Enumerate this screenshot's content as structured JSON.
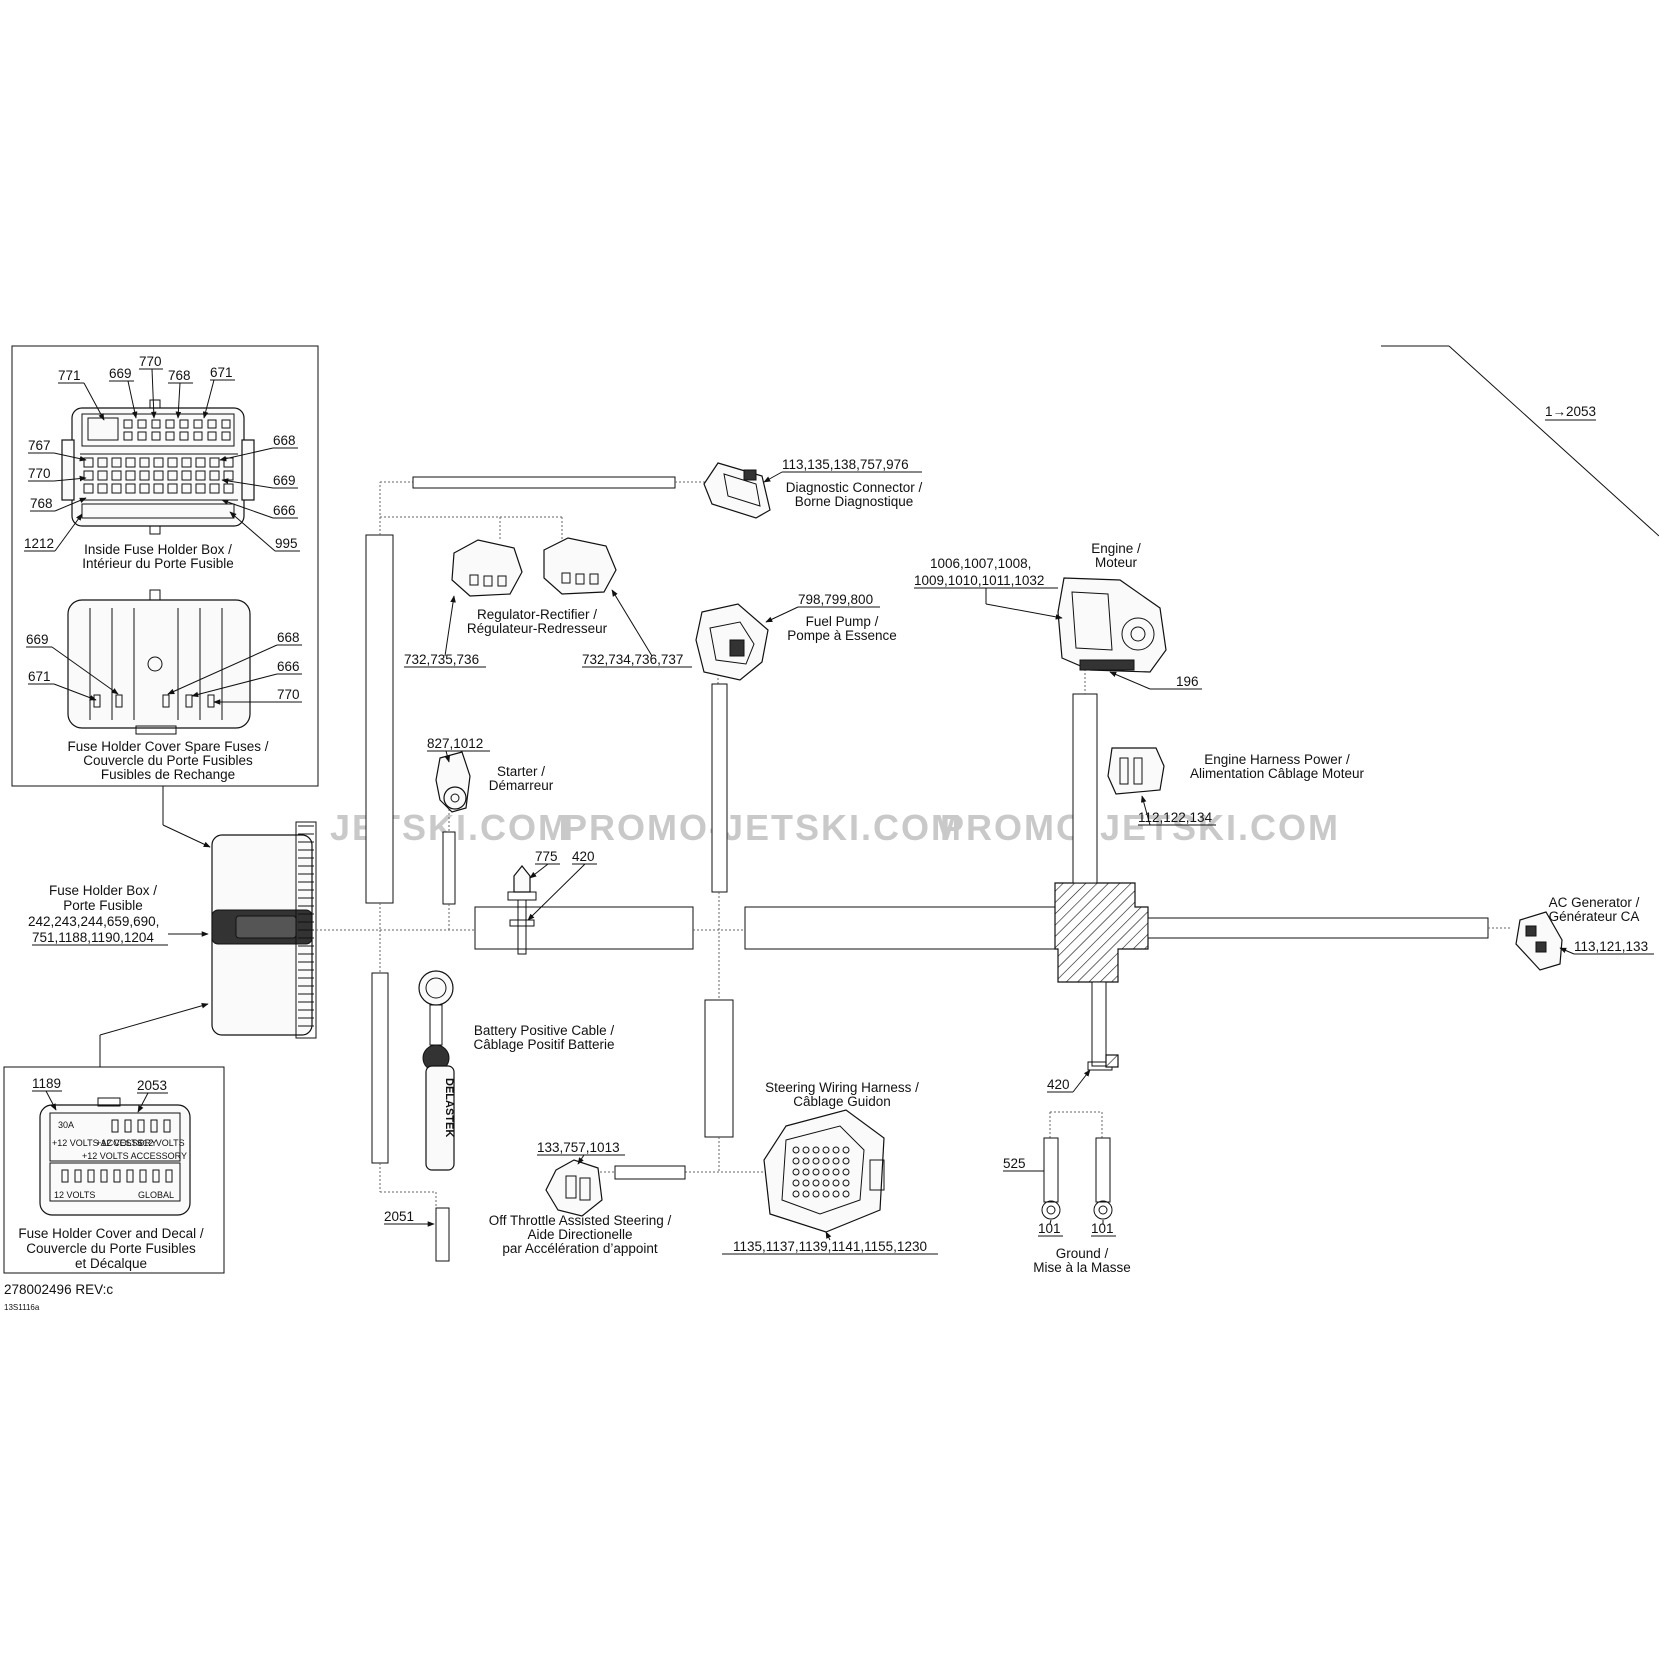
{
  "watermarks": [
    "JETSKI.COM",
    "PROMO-JETSKI.COM",
    "PROMO-JETSKI.COM"
  ],
  "doc_code": "278002496 REV:c",
  "image_code": "13S1116a",
  "inset_inside_fuse_box": {
    "refs": {
      "r771": "771",
      "r669a": "669",
      "r770a": "770",
      "r768a": "768",
      "r671a": "671",
      "r767": "767",
      "r668a": "668",
      "r770b": "770",
      "r669b": "669",
      "r768b": "768",
      "r666a": "666",
      "r1212": "1212",
      "r995": "995"
    },
    "caption": [
      "Inside Fuse Holder Box /",
      "Intérieur du Porte Fusible"
    ]
  },
  "inset_spare_fuses": {
    "refs": {
      "r669": "669",
      "r668": "668",
      "r671": "671",
      "r666": "666",
      "r770": "770"
    },
    "caption": [
      "Fuse Holder Cover Spare Fuses /",
      "Couvercle du Porte Fusibles",
      "Fusibles de Rechange"
    ]
  },
  "inset_cover_decal": {
    "refs": {
      "r1189": "1189",
      "r2053": "2053"
    },
    "decal_texts": [
      "30A",
      "+12 VOLTS ACCESSORY",
      "+12 VOLTS",
      "+12 VOLTS",
      "+12 VOLTS ACCESSORY",
      "GLOBAL",
      "12 VOLTS"
    ],
    "caption": [
      "Fuse Holder Cover and Decal /",
      "Couvercle du Porte Fusibles",
      "et Décalque"
    ]
  },
  "fuse_holder_box": {
    "caption": [
      "Fuse Holder Box /",
      "Porte Fusible"
    ],
    "refs": [
      "242,243,244,659,690,",
      "751,1188,1190,1204"
    ]
  },
  "diagnostic": {
    "refs": "113,135,138,757,976",
    "caption": [
      "Diagnostic Connector /",
      "Borne Diagnostique"
    ]
  },
  "regulator": {
    "caption": [
      "Regulator-Rectifier /",
      "Régulateur-Redresseur"
    ],
    "refs_left": "732,735,736",
    "refs_right": "732,734,736,737"
  },
  "fuel_pump": {
    "refs": "798,799,800",
    "caption": [
      "Fuel Pump /",
      "Pompe à Essence"
    ]
  },
  "engine": {
    "caption": [
      "Engine /",
      "Moteur"
    ],
    "refs": [
      "1006,1007,1008,",
      "1009,1010,1011,1032"
    ],
    "ref_196": "196"
  },
  "starter": {
    "refs": "827,1012",
    "caption": [
      "Starter /",
      "Démarreur"
    ]
  },
  "engine_harness_power": {
    "caption": [
      "Engine Harness Power /",
      "Alimentation Câblage Moteur"
    ],
    "refs": "112,122,134"
  },
  "ref_775": "775",
  "ref_420_top": "420",
  "ac_generator": {
    "caption": [
      "AC Generator /",
      "Générateur  CA"
    ],
    "refs": "113,121,133"
  },
  "harness_ref": "1→2053",
  "battery_cable": {
    "caption": [
      "Battery Positive Cable /",
      "Câblage Positif Batterie"
    ],
    "label": "DELASTEK",
    "ref": "2051"
  },
  "steering_harness": {
    "caption": [
      "Steering Wiring Harness /",
      "Câblage Guidon"
    ],
    "refs": "1135,1137,1139,1141,1155,1230"
  },
  "otas": {
    "refs": "133,757,1013",
    "caption": [
      "Off Throttle Assisted Steering /",
      "Aide Directionelle",
      "par Accélération d’appoint"
    ]
  },
  "ground": {
    "ref_420": "420",
    "ref_525": "525",
    "ref_101a": "101",
    "ref_101b": "101",
    "caption": [
      "Ground /",
      "Mise à la Masse"
    ]
  }
}
